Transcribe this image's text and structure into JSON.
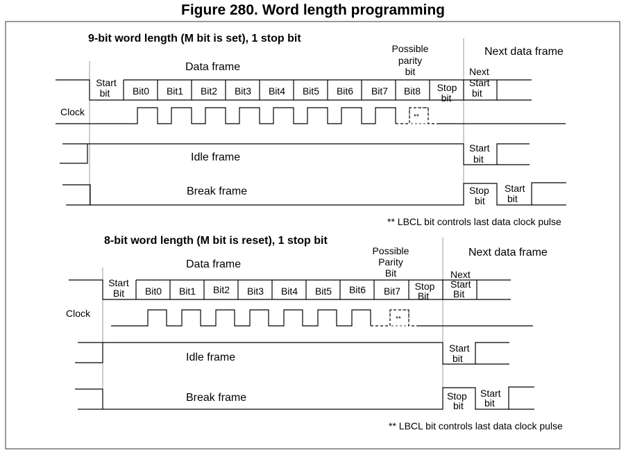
{
  "figure_title": "Figure 280. Word length programming",
  "nine_bit": {
    "heading": "9-bit word length (M bit is set), 1 stop bit",
    "data_frame": "Data frame",
    "next_data_frame": "Next data frame",
    "possible_parity": [
      "Possible",
      "parity",
      "bit"
    ],
    "start_bit": [
      "Start",
      "bit"
    ],
    "bits": [
      "Bit0",
      "Bit1",
      "Bit2",
      "Bit3",
      "Bit4",
      "Bit5",
      "Bit6",
      "Bit7",
      "Bit8"
    ],
    "stop_bit": [
      "Stop",
      "bit"
    ],
    "next_start_bit": [
      "Next",
      "Start",
      "bit"
    ],
    "clock": "Clock",
    "last_pulse_mark": "**",
    "idle_frame": "Idle frame",
    "idle_start_bit": [
      "Start",
      "bit"
    ],
    "break_frame": "Break frame",
    "break_stop_bit": [
      "Stop",
      "bit"
    ],
    "break_start_bit": [
      "Start",
      "bit"
    ],
    "footnote": "** LBCL bit controls last data clock pulse"
  },
  "eight_bit": {
    "heading": "8-bit word length (M bit is reset), 1 stop bit",
    "data_frame": "Data frame",
    "next_data_frame": "Next data frame",
    "possible_parity": [
      "Possible",
      "Parity",
      "Bit"
    ],
    "start_bit": [
      "Start",
      "Bit"
    ],
    "bits": [
      "Bit0",
      "Bit1",
      "Bit2",
      "Bit3",
      "Bit4",
      "Bit5",
      "Bit6",
      "Bit7"
    ],
    "stop_bit": [
      "Stop",
      "Bit"
    ],
    "next_start_bit": [
      "Next",
      "Start",
      "Bit"
    ],
    "clock": "Clock",
    "last_pulse_mark": "**",
    "idle_frame": "Idle frame",
    "idle_start_bit": [
      "Start",
      "bit"
    ],
    "break_frame": "Break frame",
    "break_stop_bit": [
      "Stop",
      "bit"
    ],
    "break_start_bit": [
      "Start",
      "bit"
    ],
    "footnote": "** LBCL bit controls last data clock pulse"
  },
  "colors": {
    "line": "#000000",
    "frame_border": "#555555",
    "background": "#ffffff"
  }
}
